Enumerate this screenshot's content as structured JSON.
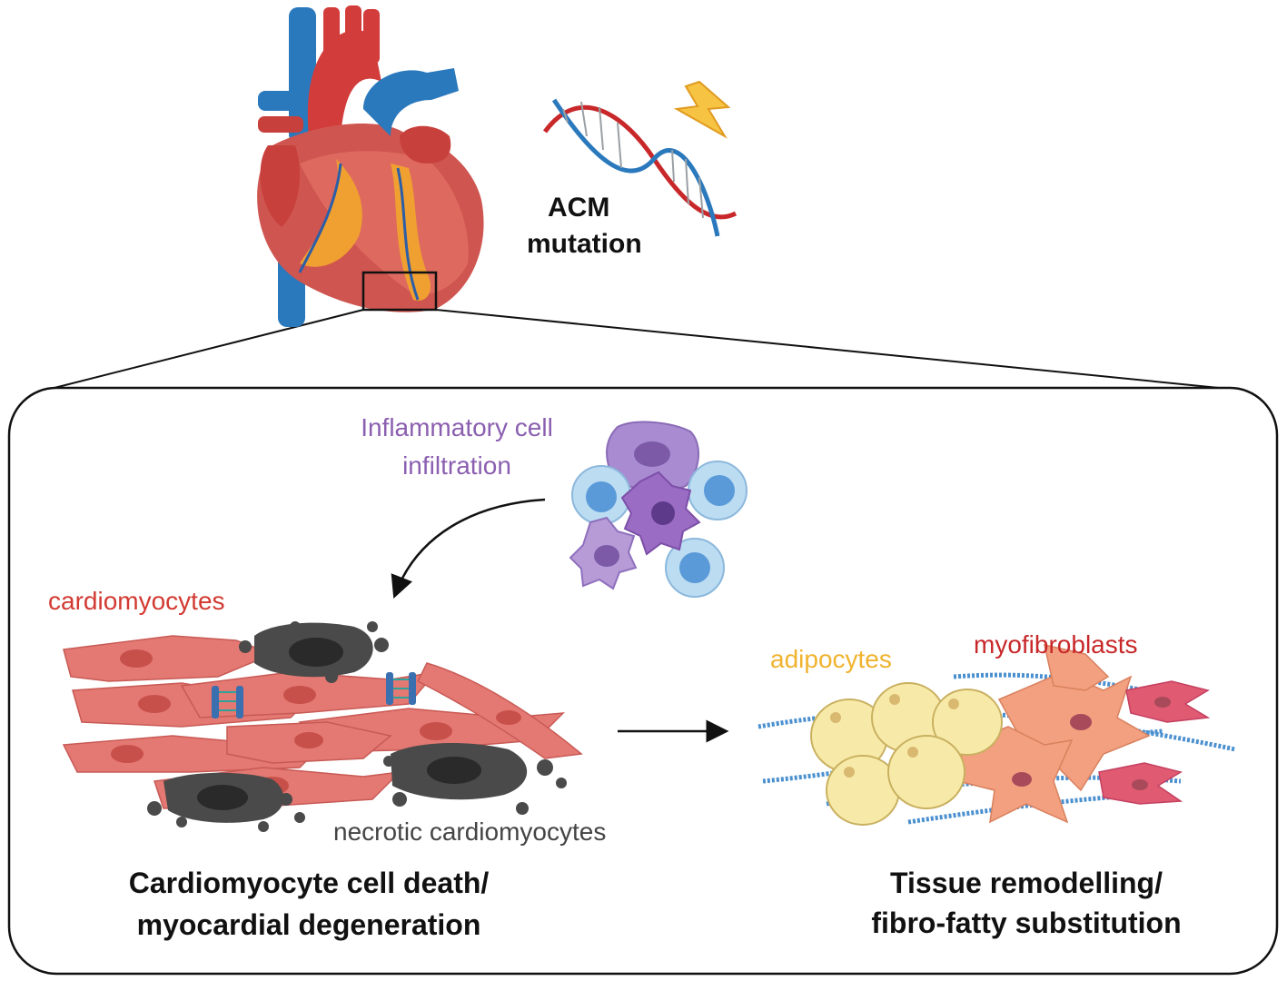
{
  "mutation": {
    "line1": "ACM",
    "line2": "mutation"
  },
  "inflammation": {
    "line1": "Inflammatory cell",
    "line2": "infiltration"
  },
  "labels": {
    "cardiomyocytes": "cardiomyocytes",
    "necrotic": "necrotic cardiomyocytes",
    "adipocytes": "adipocytes",
    "myofibroblasts": "myofibroblasts"
  },
  "captions": {
    "left_line1": "Cardiomyocyte cell death/",
    "left_line2": "myocardial degeneration",
    "right_line1": "Tissue remodelling/",
    "right_line2": "fibro-fatty substitution"
  },
  "colors": {
    "cardiomyocyte": "#e47872",
    "necrotic": "#4a4a4a",
    "inflammation_text": "#8b5fb0",
    "adipocyte_text": "#f0b32e",
    "myofibroblast_text": "#c8282a",
    "cardiomyocyte_text": "#d23a32",
    "necrotic_text": "#444444",
    "heart_red": "#c8403c",
    "vessel_blue": "#2b79bd"
  }
}
